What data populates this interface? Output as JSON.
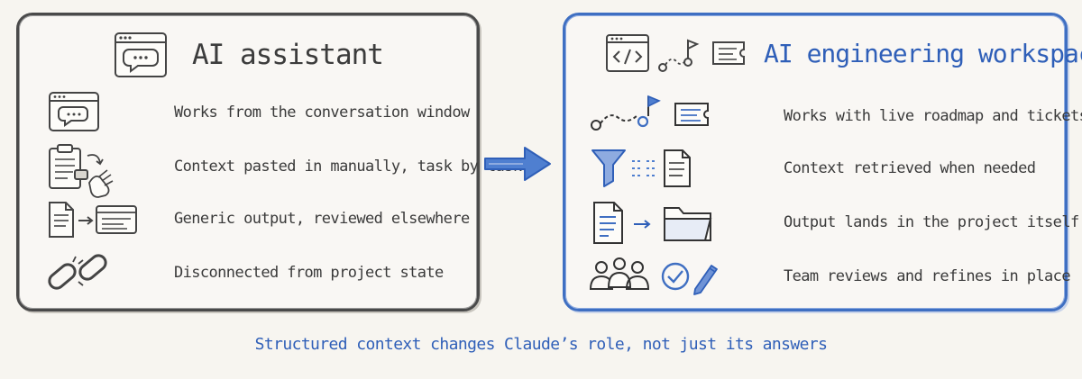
{
  "left_panel": {
    "title": "AI assistant",
    "rows": [
      {
        "label": "Works from the conversation window",
        "icon": "chat-window-icon"
      },
      {
        "label": "Context pasted in manually, task by task",
        "icon": "clipboard-hand-icon"
      },
      {
        "label": "Generic output, reviewed elsewhere",
        "icon": "document-to-window-icon"
      },
      {
        "label": "Disconnected from project state",
        "icon": "broken-chain-icon"
      }
    ]
  },
  "right_panel": {
    "title": "AI engineering workspace",
    "rows": [
      {
        "label": "Works with live roadmap and tickets",
        "icon": "roadmap-ticket-icon"
      },
      {
        "label": "Context retrieved when needed",
        "icon": "funnel-document-icon"
      },
      {
        "label": "Output lands in the project itself",
        "icon": "document-to-folder-icon"
      },
      {
        "label": "Team reviews and refines in place",
        "icon": "team-check-pencil-icon"
      }
    ]
  },
  "footer": "Structured context changes Claude’s role, not just its answers",
  "colors": {
    "accent": "#3f6fc2",
    "ink": "#3a3a3a",
    "background": "#f7f5f0"
  }
}
